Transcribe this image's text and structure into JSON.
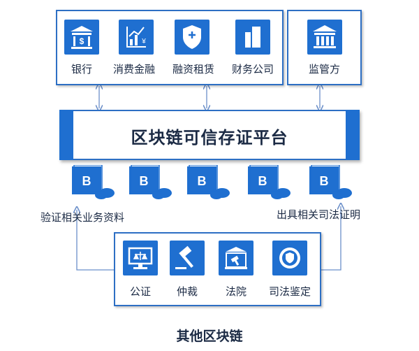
{
  "participants": {
    "items": [
      {
        "label": "银行",
        "icon": "bank-icon"
      },
      {
        "label": "消费金融",
        "icon": "consumer-finance-icon"
      },
      {
        "label": "融资租赁",
        "icon": "financial-leasing-icon"
      },
      {
        "label": "财务公司",
        "icon": "finance-company-icon"
      }
    ]
  },
  "regulator": {
    "label": "监管方",
    "icon": "regulator-icon"
  },
  "platform": {
    "title": "区块链可信存证平台"
  },
  "nodes": {
    "label": "B",
    "count": 5
  },
  "notes": {
    "left": "验证相关业务资料",
    "right": "出具相关司法证明"
  },
  "judicial": {
    "items": [
      {
        "label": "公证",
        "icon": "notary-icon"
      },
      {
        "label": "仲裁",
        "icon": "arbitration-gavel-icon"
      },
      {
        "label": "法院",
        "icon": "court-icon"
      },
      {
        "label": "司法鉴定",
        "icon": "judicial-appraisal-icon"
      }
    ]
  },
  "footer": {
    "title": "其他区块链"
  },
  "colors": {
    "accent": "#1f6fd0",
    "border": "#2d6fc4",
    "text": "#1b2a44",
    "line": "#6b8fc9"
  }
}
